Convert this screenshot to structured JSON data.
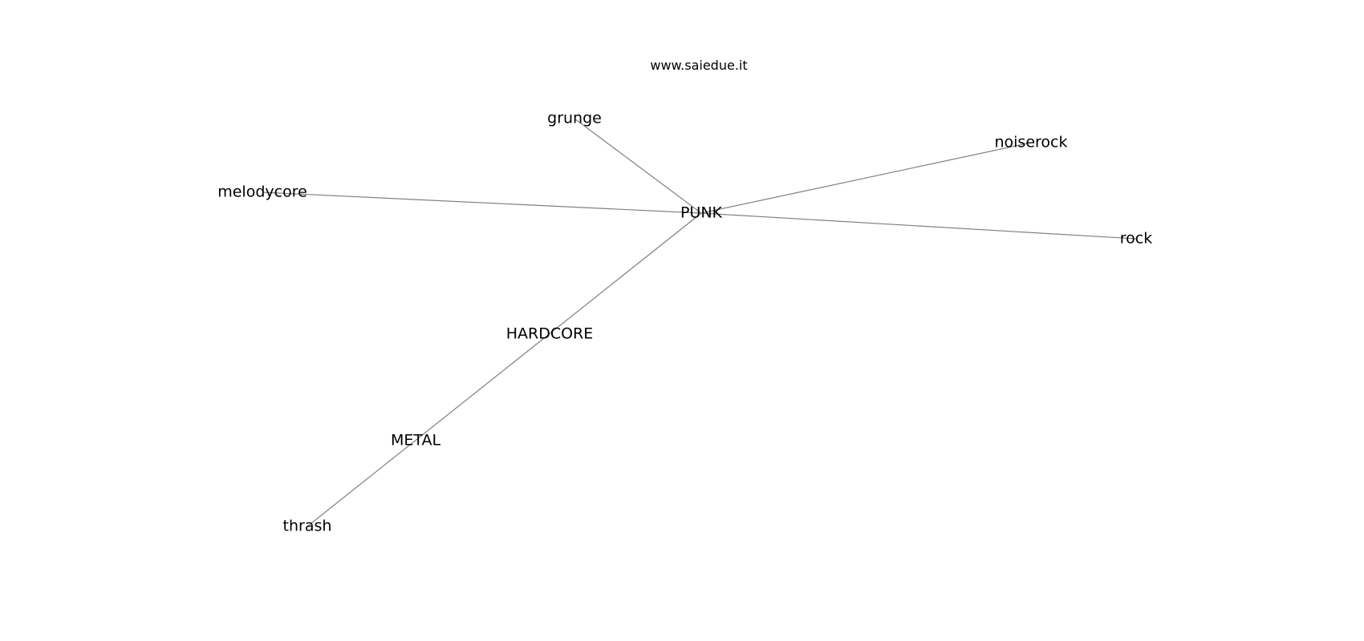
{
  "title": "www.saiedue.it",
  "colors": {
    "edge": "#808080",
    "label": "#000000",
    "background": "#ffffff"
  },
  "nodes": [
    {
      "id": "grunge",
      "label": "grunge"
    },
    {
      "id": "noiserock",
      "label": "noiserock"
    },
    {
      "id": "melodycore",
      "label": "melodycore"
    },
    {
      "id": "PUNK",
      "label": "PUNK"
    },
    {
      "id": "rock",
      "label": "rock"
    },
    {
      "id": "HARDCORE",
      "label": "HARDCORE"
    },
    {
      "id": "METAL",
      "label": "METAL"
    },
    {
      "id": "thrash",
      "label": "thrash"
    }
  ],
  "edges": [
    [
      "grunge",
      "PUNK"
    ],
    [
      "noiserock",
      "PUNK"
    ],
    [
      "melodycore",
      "PUNK"
    ],
    [
      "PUNK",
      "rock"
    ],
    [
      "PUNK",
      "thrash"
    ]
  ]
}
